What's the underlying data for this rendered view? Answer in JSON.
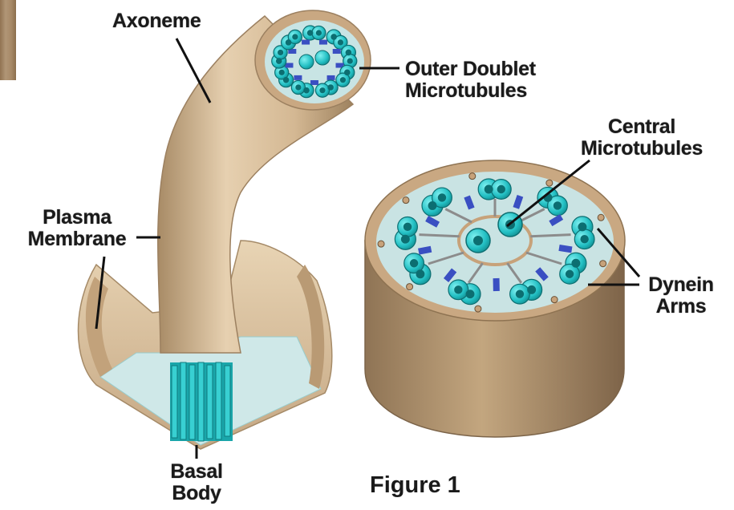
{
  "labels": {
    "axoneme": "Axoneme",
    "outer_doublet_line1": "Outer Doublet",
    "outer_doublet_line2": "Microtubules",
    "central_line1": "Central",
    "central_line2": "Microtubules",
    "plasma_line1": "Plasma",
    "plasma_line2": "Membrane",
    "dynein_line1": "Dynein",
    "dynein_line2": "Arms",
    "basal_line1": "Basal",
    "basal_line2": "Body"
  },
  "caption": "Figure 1",
  "colors": {
    "tan": "#d9bf9c",
    "tan_dark": "#b89a74",
    "cyan": "#2cc7c9",
    "cyan_dark": "#12898c",
    "pale_blue": "#c9e4e4",
    "dynein_blue": "#3a4fc2",
    "label": "#1a1a1a"
  }
}
